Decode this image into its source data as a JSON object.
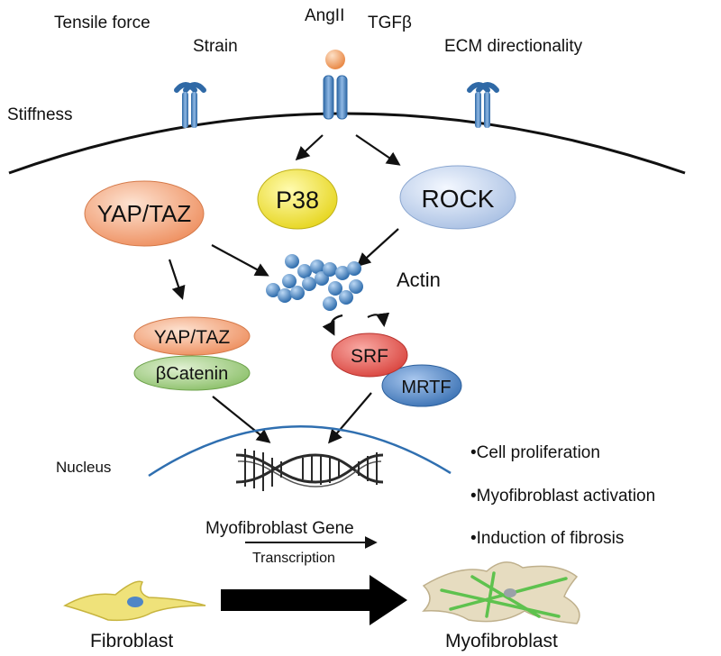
{
  "labels": {
    "tensile_force": "Tensile force",
    "strain": "Strain",
    "angii": "AngII",
    "tgfb": "TGFβ",
    "ecm": "ECM directionality",
    "stiffness": "Stiffness",
    "yap_taz": "YAP/TAZ",
    "p38": "P38",
    "rock": "ROCK",
    "actin": "Actin",
    "yap_taz_small": "YAP/TAZ",
    "bcatenin": "βCatenin",
    "srf": "SRF",
    "mrtf": "MRTF",
    "nucleus": "Nucleus",
    "gene": "Myofibroblast Gene",
    "transcription": "Transcription",
    "fibroblast": "Fibroblast",
    "myofibroblast": "Myofibroblast"
  },
  "outcomes": [
    "•Cell proliferation",
    "•Myofibroblast activation",
    "•Induction of fibrosis"
  ],
  "colors": {
    "receptor": "#4a86c5",
    "yap": "#f2a47c",
    "p38": "#f1e64a",
    "rock": "#c9d9f0",
    "actin": "#3f7fc0",
    "bcatenin": "#a6cf86",
    "srf": "#e8605a",
    "mrtf": "#4f86c6",
    "ligand": "#f3a56e",
    "nucleus": "#2f6fb0",
    "fibroblast": "#efe27a",
    "myofibroblast": "#e6dcc0",
    "fiber": "#5ec24e"
  }
}
